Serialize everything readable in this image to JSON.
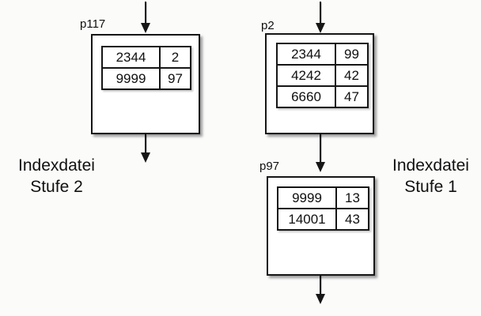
{
  "diagram": {
    "title_implied": "",
    "captions": {
      "left": {
        "line1": "Indexdatei",
        "line2": "Stufe 2"
      },
      "right": {
        "line1": "Indexdatei",
        "line2": "Stufe 1"
      }
    },
    "nodes": [
      {
        "label": "p117",
        "rows": [
          [
            "2344",
            "2"
          ],
          [
            "9999",
            "97"
          ]
        ]
      },
      {
        "label": "p2",
        "rows": [
          [
            "2344",
            "99"
          ],
          [
            "4242",
            "42"
          ],
          [
            "6660",
            "47"
          ]
        ]
      },
      {
        "label": "p97",
        "rows": [
          [
            "9999",
            "13"
          ],
          [
            "14001",
            "43"
          ]
        ]
      }
    ],
    "arrows": [
      {
        "name": "arrow-into-p117"
      },
      {
        "name": "arrow-out-of-p117"
      },
      {
        "name": "arrow-into-p2"
      },
      {
        "name": "arrow-p2-to-p97"
      },
      {
        "name": "arrow-out-of-p97"
      }
    ],
    "colors": {
      "background": "#fbfbfa",
      "line": "#161616",
      "node_fill": "#ffffff",
      "shadow": "#9e9e9e",
      "text": "#101010"
    }
  }
}
